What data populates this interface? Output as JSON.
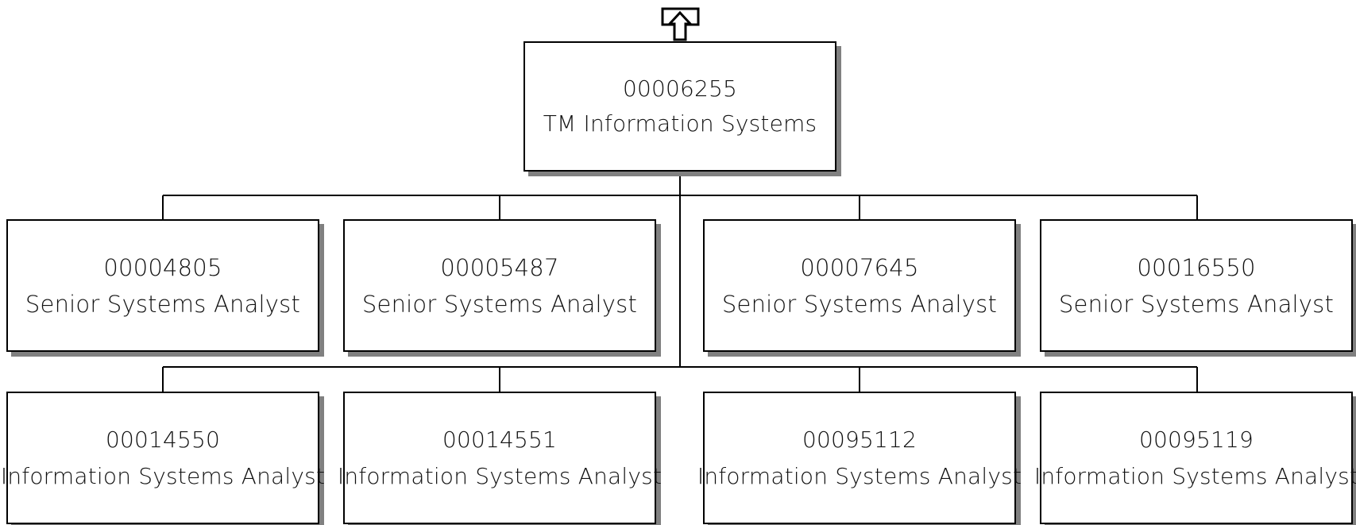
{
  "org_chart": {
    "root": {
      "id": "00006255",
      "title": "TM Information Systems"
    },
    "senior_analysts": [
      {
        "id": "00004805",
        "title": "Senior Systems Analyst"
      },
      {
        "id": "00005487",
        "title": "Senior Systems Analyst"
      },
      {
        "id": "00007645",
        "title": "Senior Systems Analyst"
      },
      {
        "id": "00016550",
        "title": "Senior Systems Analyst"
      }
    ],
    "analysts": [
      {
        "id": "00014550",
        "title": "Information Systems Analyst"
      },
      {
        "id": "00014551",
        "title": "Information Systems Analyst"
      },
      {
        "id": "00095112",
        "title": "Information Systems Analyst"
      },
      {
        "id": "00095119",
        "title": "Information Systems Analyst"
      }
    ]
  },
  "icons": {
    "navigate_up": "up-arrow-icon"
  },
  "colors": {
    "line": "#000000",
    "box_fill": "#ffffff",
    "shadow": "#808080"
  }
}
